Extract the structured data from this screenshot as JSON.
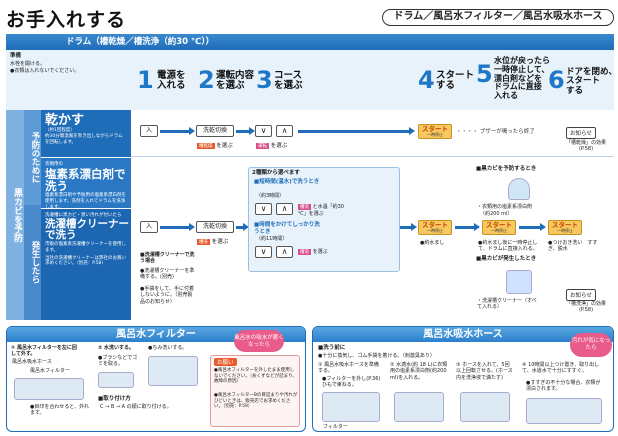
{
  "page": {
    "title": "お手入れする",
    "section_pill": "ドラム／風呂水フィルター／風呂水吸水ホース"
  },
  "drum_header": "ドラム（槽乾燥／槽洗浄（約30 ℃））",
  "prep": {
    "label": "準備",
    "lines": [
      "水栓を開ける。",
      "●衣類は入れないでください。"
    ]
  },
  "steps": [
    {
      "num": "1",
      "text": "電源を\n入れる"
    },
    {
      "num": "2",
      "text": "運転内容\nを選ぶ"
    },
    {
      "num": "3",
      "text": "コース\nを選ぶ"
    },
    {
      "num": "4",
      "text": "スタート\nする"
    },
    {
      "num": "5",
      "text": "水位が戻ったら\n一時停止して、\n漂白剤などを\nドラムに直接\n入れる"
    },
    {
      "num": "6",
      "text": "ドアを閉め、\nスタート\nする"
    }
  ],
  "sidebar": {
    "outer": "黒カビを予防",
    "prevent": "予防のために",
    "occur": "発生したら"
  },
  "rows": [
    {
      "title": "乾かす",
      "sub": "（約1回程度）",
      "note": "約30分間温風を吹き出しながらドラムを回転します。",
      "power": "入",
      "mode": "洗乾切換",
      "mode_tag": "槽乾燥",
      "mode_choose": "を選ぶ",
      "course_tag": "運転 ",
      "course_choose": "を選ぶ",
      "start": "スタート",
      "start_sub": "一時停止",
      "end": "ブザーが鳴ったら終了",
      "notice": "お知らせ",
      "notice_sub": "(P.58)",
      "notice_sub2": "「槽乾燥」の効果"
    },
    {
      "title": "塩素系漂白剤で\n洗う",
      "pre": "衣類用の",
      "sub": "（約1回程度）",
      "note": "塩素系漂白剤や予防用の塩素系漂白剤を使用します。洗剤を入れてドラムを洗浄します。",
      "power": "入",
      "mode": "洗乾切換",
      "mode_tag": "槽洗",
      "mode_choose": "を選ぶ"
    },
    {
      "title": "洗濯槽クリーナー\nで洗う",
      "pre": "洗濯槽に黒カビ・黒い汚れが付いたら",
      "note": "市販の塩素系洗濯槽クリーナーを使用します。",
      "note2": "当社の洗濯槽クリーナーは弊社のお買い求めください。（別売：P.58）"
    }
  ],
  "sel_box": {
    "head": "2種類から選べます",
    "opt1": "■短時間(温水)で洗うとき",
    "opt1_time": "（約3時間）",
    "opt1_choose": "と水温「約30 ℃」を選ぶ",
    "opt2": "■時間をかけてしっかり洗うとき",
    "opt2_time": "（約11時間）",
    "opt2_choose": "を選ぶ",
    "tag_a": "槽洗",
    "tag_b": "槽洗"
  },
  "bleach": {
    "head": "■黒カビを予防するとき",
    "item": "・衣類用の塩素系漂白剤",
    "amount": "（約200 ml）",
    "head2": "■黒カビが発生したとき",
    "item2": "・洗濯槽クリーナー（すべて入れる）",
    "step4_note": "●約水まし",
    "step5_note": "●約水まし後に一時停止して、ドラムに直接入れる。",
    "step6_note": "●つけおき洗い　すすぎ、脱水",
    "notice": "お知らせ",
    "notice_sub": "「槽洗浄」の効果 (P.58)"
  },
  "cleaner_notes": [
    "■洗濯槽クリーナーで洗う場合",
    "●洗濯槽クリーナーを準備する。(別売)",
    "●手袋をして、手に付着しないように。（別売製品のお知らせ）"
  ],
  "filter_panel": {
    "title": "風呂水フィルター",
    "bubble": "風呂水の吸水が悪くなったら",
    "step1": "① 風呂水フィルターを左に回して外す。",
    "step1_label": "風呂水吸水ホース",
    "step1_label2": "風呂水フィルター",
    "step1_note": "●目印を合わせると、外れます。",
    "step2": "② 水洗いする。",
    "step2_note": "●ブラシなどでゴミを取る。",
    "step3": "●ちみ洗いする。",
    "warn_title": "お願い",
    "warn_lines": [
      "●風呂水フィルターを外したまま使用しないでください。（糸くずなどが詰まり、故障の原因）",
      "●風呂水フィルターBの目詰まりや汚れがひどいときは、販売店でお求めください。（別売：P.59）"
    ],
    "attach": "■取り付け方",
    "attach_steps": "C → B → A の順に取り付ける。"
  },
  "hose_panel": {
    "title": "風呂水吸水ホース",
    "bubble": "汚れが気になったら",
    "intro": "■洗う前に",
    "intro_note": "●十分に換気し、ゴム手袋を着ける。（刺激臭あり）",
    "steps": [
      "① 風呂水吸水ホースを準備する。",
      "② 水適水(約 18 L)に衣類用の塩素系漂白剤(約200 ml)を入れる。",
      "③ ホースを入れて、5回以上回転させる。(ホース内を洗浄液で満たす)",
      "④ 10時間以上つけ置き、取り出して、水道水で十分にすすぐ。"
    ],
    "step1_note": "●フィルターを外し(P.36) ひもで束ねる。",
    "step4_note": "●すすぎの不十分な場合、衣類が漂白されます。",
    "filter_label": "フィルター"
  },
  "colors": {
    "accent": "#1f6cb8",
    "start": "#f7c760",
    "tag": "#e85b2a",
    "bubble": "#e85b8a"
  }
}
